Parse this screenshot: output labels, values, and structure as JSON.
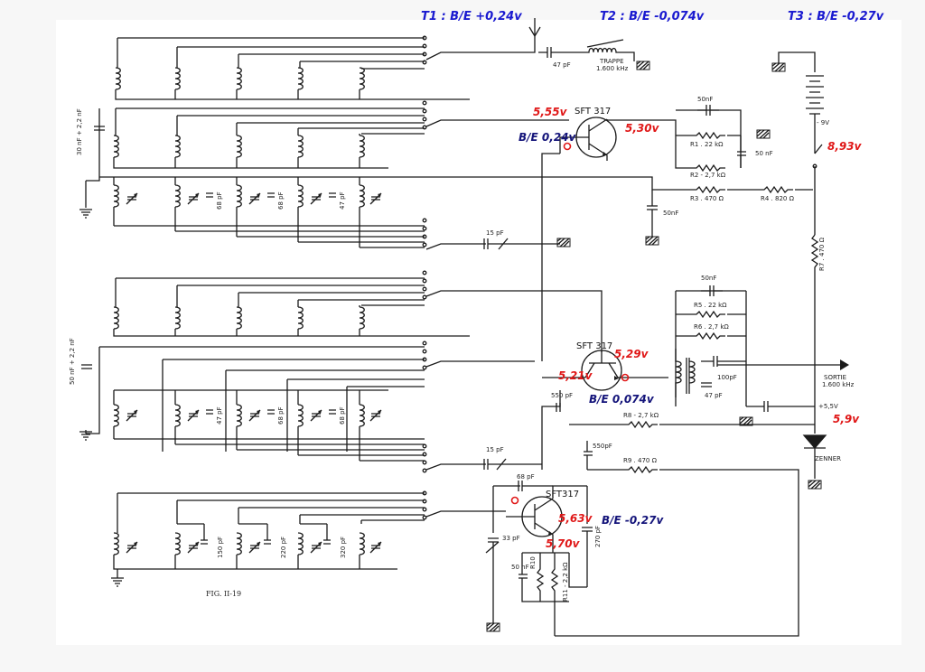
{
  "annotations": {
    "t1": "T1 : B/E +0,24v",
    "t2": "T2 :  B/E -0,074v",
    "t3": "T3 : B/E -0,27v"
  },
  "components": {
    "q1": "SFT 317",
    "q2": "SFT 317",
    "q3": "SFT317",
    "trap_cap": "47 pF",
    "trap_name": "TRAPPE",
    "trap_freq": "1.600 kHz",
    "battery": "- 9V",
    "c_top": "50nF",
    "r1": "R1 . 22 kΩ",
    "r2": "R2 - 2,7 kΩ",
    "r3": "R3 . 470 Ω",
    "r4": "R4 . 820 Ω",
    "c_r3": "50nF",
    "c_mid": "50 nF",
    "c_15a": "15 pF",
    "r7": "R7 . 470 Ω",
    "c_50b": "50nF",
    "r5": "R5 . 22 kΩ",
    "r6": "R6 . 2,7 kΩ",
    "c_100": "100pF",
    "c_47b": "47 pF",
    "sortie": "SORTIE",
    "sortie_freq": "1.600 kHz",
    "plus55": "+5,5V",
    "c_550": "550 pF",
    "r8": "R8 - 2,7 kΩ",
    "c_15b": "15 pF",
    "c_550b": "550pF",
    "c_68": "68 pF",
    "r9": "R9 . 470 Ω",
    "zener": "ZENNER",
    "c_33": "33 pF",
    "c_270": "270 pF",
    "c_50c": "50 nF",
    "r11": "R11 - 2,2 kΩ",
    "r10": "R10",
    "c_left1": "30 nF + 2,2 nF",
    "c_left2": "50 nF + 2,2 nF",
    "row1_caps": [
      "68 pF",
      "68 pF",
      "47 pF"
    ],
    "row2_caps": [
      "47 pF",
      "68 pF",
      "68 pF"
    ],
    "row3_caps": [
      "150 pF",
      "220 pF",
      "320 pF"
    ],
    "figure": "FIG. II-19"
  },
  "measurements": {
    "t1_base": "5,55v",
    "t1_be": "B/E 0,24v",
    "t1_coll": "5,30v",
    "supply": "8,93v",
    "t2_base": "5,29v",
    "t2_emit": "5,21v",
    "t2_be": "B/E 0,074v",
    "zener": "5,9v",
    "t3_base": "5,63v",
    "t3_emit": "5,70v",
    "t3_be": "B/E -0,27v"
  },
  "colors": {
    "blue_ink": "#1a1ad0",
    "red_ink": "#e01818",
    "navy_ink": "#14147a",
    "drawing": "#1b1b1b"
  }
}
